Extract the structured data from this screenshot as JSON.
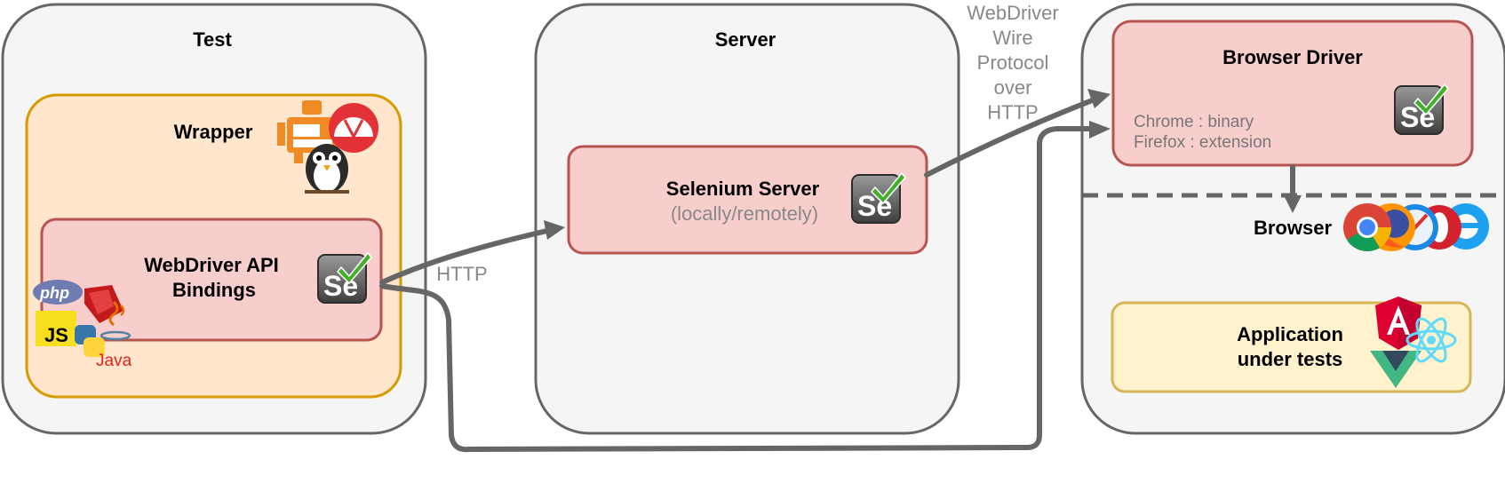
{
  "containers": {
    "test": {
      "label": "Test"
    },
    "server": {
      "label": "Server"
    }
  },
  "wrapper": {
    "label": "Wrapper"
  },
  "bindings": {
    "line1": "WebDriver API",
    "line2": "Bindings"
  },
  "selenium_server": {
    "line1": "Selenium Server",
    "line2": "(locally/remotely)"
  },
  "browser_driver": {
    "title": "Browser Driver",
    "line1": "Chrome : binary",
    "line2": "Firefox : extension"
  },
  "browser": {
    "label": "Browser"
  },
  "app": {
    "line1": "Application",
    "line2": "under tests"
  },
  "edges": {
    "http": "HTTP",
    "wire": [
      "WebDriver",
      "Wire",
      "Protocol",
      "over",
      "HTTP"
    ]
  },
  "logos": {
    "selenium": "Se",
    "languages": {
      "php": "php",
      "js": "JS",
      "java": "Java"
    }
  },
  "icons": [
    "selenium-logo-icon",
    "robot-icon",
    "protractor-icon",
    "owl-icon",
    "php-icon",
    "ruby-icon",
    "java-icon",
    "js-icon",
    "python-icon",
    "chrome-icon",
    "firefox-icon",
    "safari-icon",
    "opera-icon",
    "ie-icon",
    "angular-icon",
    "react-icon",
    "vue-icon"
  ],
  "colors": {
    "panel_fill": "#f5f5f5",
    "panel_stroke": "#666666",
    "wrapper_fill": "#ffe6cc",
    "wrapper_stroke": "#d79b00",
    "red_fill": "#f8cecc",
    "red_stroke": "#b85450",
    "yellow_fill": "#fff2cc",
    "yellow_stroke": "#d6b656"
  }
}
